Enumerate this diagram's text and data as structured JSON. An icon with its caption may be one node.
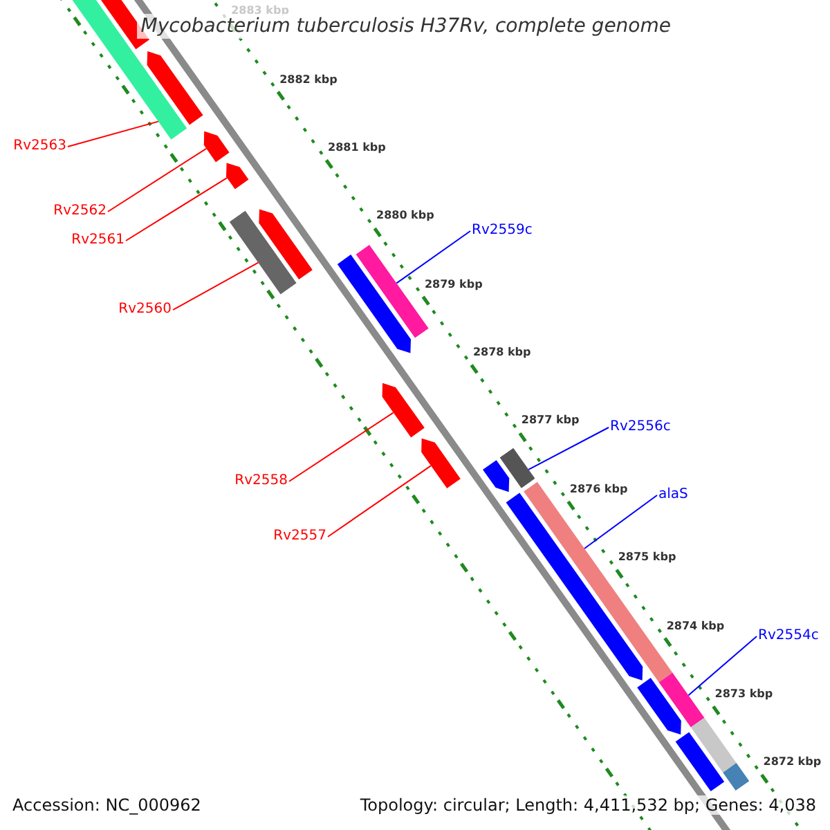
{
  "diagram": {
    "title": "Mycobacterium tuberculosis H37Rv, complete genome",
    "nodes": [
      {
        "text": [
          "Rv2563"
        ]
      },
      {
        "text": [
          "Rv2562"
        ]
      },
      {
        "text": [
          "Rv2561"
        ]
      },
      {
        "text": [
          "Rv2560"
        ]
      },
      {
        "text": [
          "Rv2559c"
        ]
      },
      {
        "text": [
          "Rv2558"
        ]
      },
      {
        "text": [
          "Rv2557"
        ]
      },
      {
        "text": [
          "Rv2556c"
        ]
      },
      {
        "text": [
          "alaS"
        ]
      },
      {
        "text": [
          "Rv2554c"
        ]
      },
      {
        "text": [],
        "shape": "bar"
      },
      {
        "text": [],
        "shape": "bar"
      },
      {
        "text": [],
        "shape": "arrow"
      },
      {
        "text": [],
        "shape": "arrow"
      },
      {
        "text": [],
        "shape": "arrow"
      },
      {
        "text": [],
        "shape": "bar"
      },
      {
        "text": [],
        "shape": "arrow"
      },
      {
        "text": [],
        "shape": "arrow"
      },
      {
        "text": [],
        "shape": "bar"
      },
      {
        "text": [],
        "shape": "arrow"
      },
      {
        "text": [],
        "shape": "arrow"
      },
      {
        "text": [],
        "shape": "arrow"
      },
      {
        "text": [],
        "shape": "bar"
      },
      {
        "text": [],
        "shape": "arrow"
      },
      {
        "text": [],
        "shape": "bar"
      },
      {
        "text": [],
        "shape": "bar"
      },
      {
        "text": [],
        "shape": "arrow"
      },
      {
        "text": [],
        "shape": "bar"
      },
      {
        "text": [],
        "shape": "bar"
      },
      {
        "text": [],
        "shape": "bar"
      }
    ],
    "edges": [
      {
        "from": 0,
        "to": 10,
        "arrow": "none"
      },
      {
        "from": 1,
        "to": 13,
        "arrow": "none"
      },
      {
        "from": 2,
        "to": 14,
        "arrow": "none"
      },
      {
        "from": 3,
        "to": 15,
        "arrow": "none"
      },
      {
        "from": 4,
        "to": 18,
        "arrow": "none",
        "color": "#0000ff"
      },
      {
        "from": 5,
        "to": 19,
        "arrow": "none"
      },
      {
        "from": 6,
        "to": 20,
        "arrow": "none"
      },
      {
        "from": 7,
        "to": 22,
        "arrow": "none",
        "color": "#0000ff"
      },
      {
        "from": 8,
        "to": 24,
        "arrow": "none",
        "color": "#0000ff"
      },
      {
        "from": 9,
        "to": 25,
        "arrow": "none",
        "color": "#0000ff"
      }
    ],
    "labels": [
      "2883 kbp",
      "2882 kbp",
      "2881 kbp",
      "2880 kbp",
      "2879 kbp",
      "2878 kbp",
      "2877 kbp",
      "2876 kbp",
      "2875 kbp",
      "2874 kbp",
      "2873 kbp",
      "2872 kbp",
      "Accession: NC_000962",
      "Topology: circular; Length: 4,411,532 bp; Genes: 4,038"
    ]
  }
}
